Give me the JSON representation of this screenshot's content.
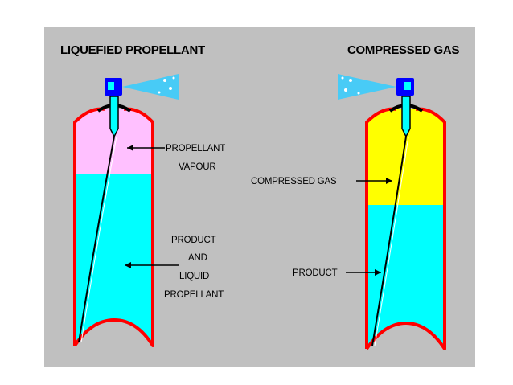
{
  "titles": {
    "left": "LIQUEFIED PROPELLANT",
    "right": "COMPRESSED GAS"
  },
  "labels": {
    "left_vapour_line1": "PROPELLANT",
    "left_vapour_line2": "VAPOUR",
    "left_liquid_line1": "PRODUCT",
    "left_liquid_line2": "AND",
    "left_liquid_line3": "LIQUID",
    "left_liquid_line4": "PROPELLANT",
    "right_gas": "COMPRESSED GAS",
    "right_product": "PRODUCT"
  },
  "colors": {
    "panel": "#c0c0c0",
    "can_outline": "#ff0000",
    "liquid": "#00ffff",
    "vapour": "#ffc0ff",
    "compressed_gas": "#ffff00",
    "nozzle": "#0000ff",
    "spray": "#33ccff"
  }
}
